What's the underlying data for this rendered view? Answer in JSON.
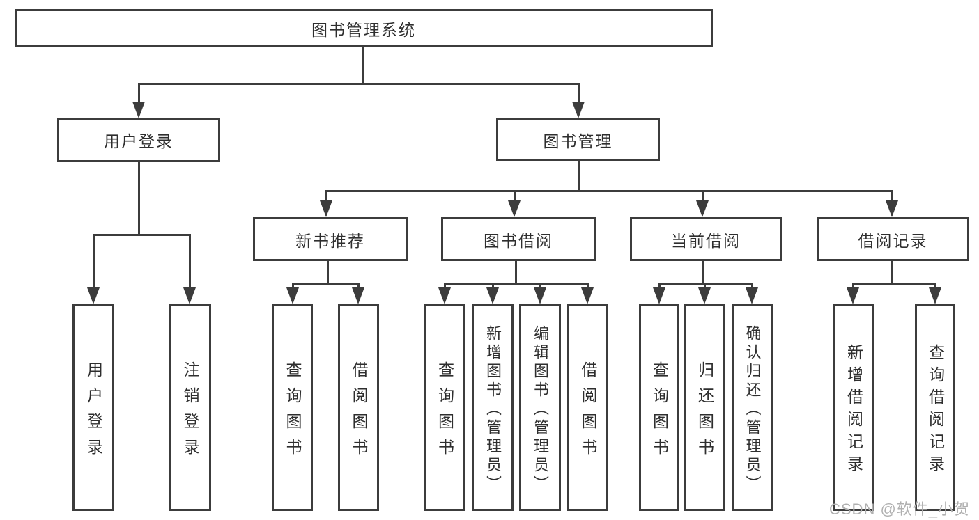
{
  "diagram": {
    "root": {
      "label": "图书管理系统"
    },
    "level2": [
      {
        "label": "用户登录"
      },
      {
        "label": "图书管理"
      }
    ],
    "level3": [
      {
        "label": "新书推荐"
      },
      {
        "label": "图书借阅"
      },
      {
        "label": "当前借阅"
      },
      {
        "label": "借阅记录"
      }
    ],
    "leaves": {
      "user_login": [
        "用户登录",
        "注销登录"
      ],
      "new_book": [
        "查询图书",
        "借阅图书"
      ],
      "book_borrow": [
        "查询图书",
        "新增图书（管理员）",
        "编辑图书（管理员）",
        "借阅图书"
      ],
      "current_borrow": [
        "查询图书",
        "归还图书",
        "确认归还（管理员）"
      ],
      "borrow_records": [
        "新增借阅记录",
        "查询借阅记录"
      ]
    },
    "colors": {
      "line": "#3c3c3c",
      "text": "#2e2e2e",
      "background": "#ffffff",
      "watermark": "#b0b0b0"
    }
  },
  "watermark": {
    "text": "CSDN @软件_小贺同学"
  }
}
